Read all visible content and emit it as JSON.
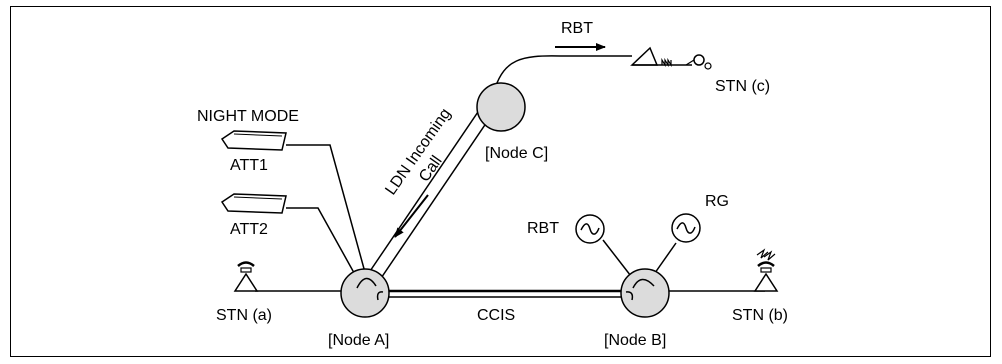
{
  "labels": {
    "night_mode": "NIGHT MODE",
    "att1": "ATT1",
    "att2": "ATT2",
    "ldn_line1": "LDN Incoming",
    "ldn_line2": "Call",
    "node_a": "[Node A]",
    "node_b": "[Node B]",
    "node_c": "[Node C]",
    "ccis": "CCIS",
    "rbt_top": "RBT",
    "rbt_node_b": "RBT",
    "rg": "RG",
    "stn_a": "STN (a)",
    "stn_b": "STN (b)",
    "stn_c": "STN (c)"
  },
  "colors": {
    "node_fill": "#dcdcdc",
    "line": "#000000"
  },
  "icons": {
    "attendant": "attendant-console-icon",
    "telephone": "telephone-icon",
    "ringing": "ringing-telephone-icon",
    "tone_source": "tone-generator-icon",
    "trunk_route": "trunk-route-icon"
  }
}
